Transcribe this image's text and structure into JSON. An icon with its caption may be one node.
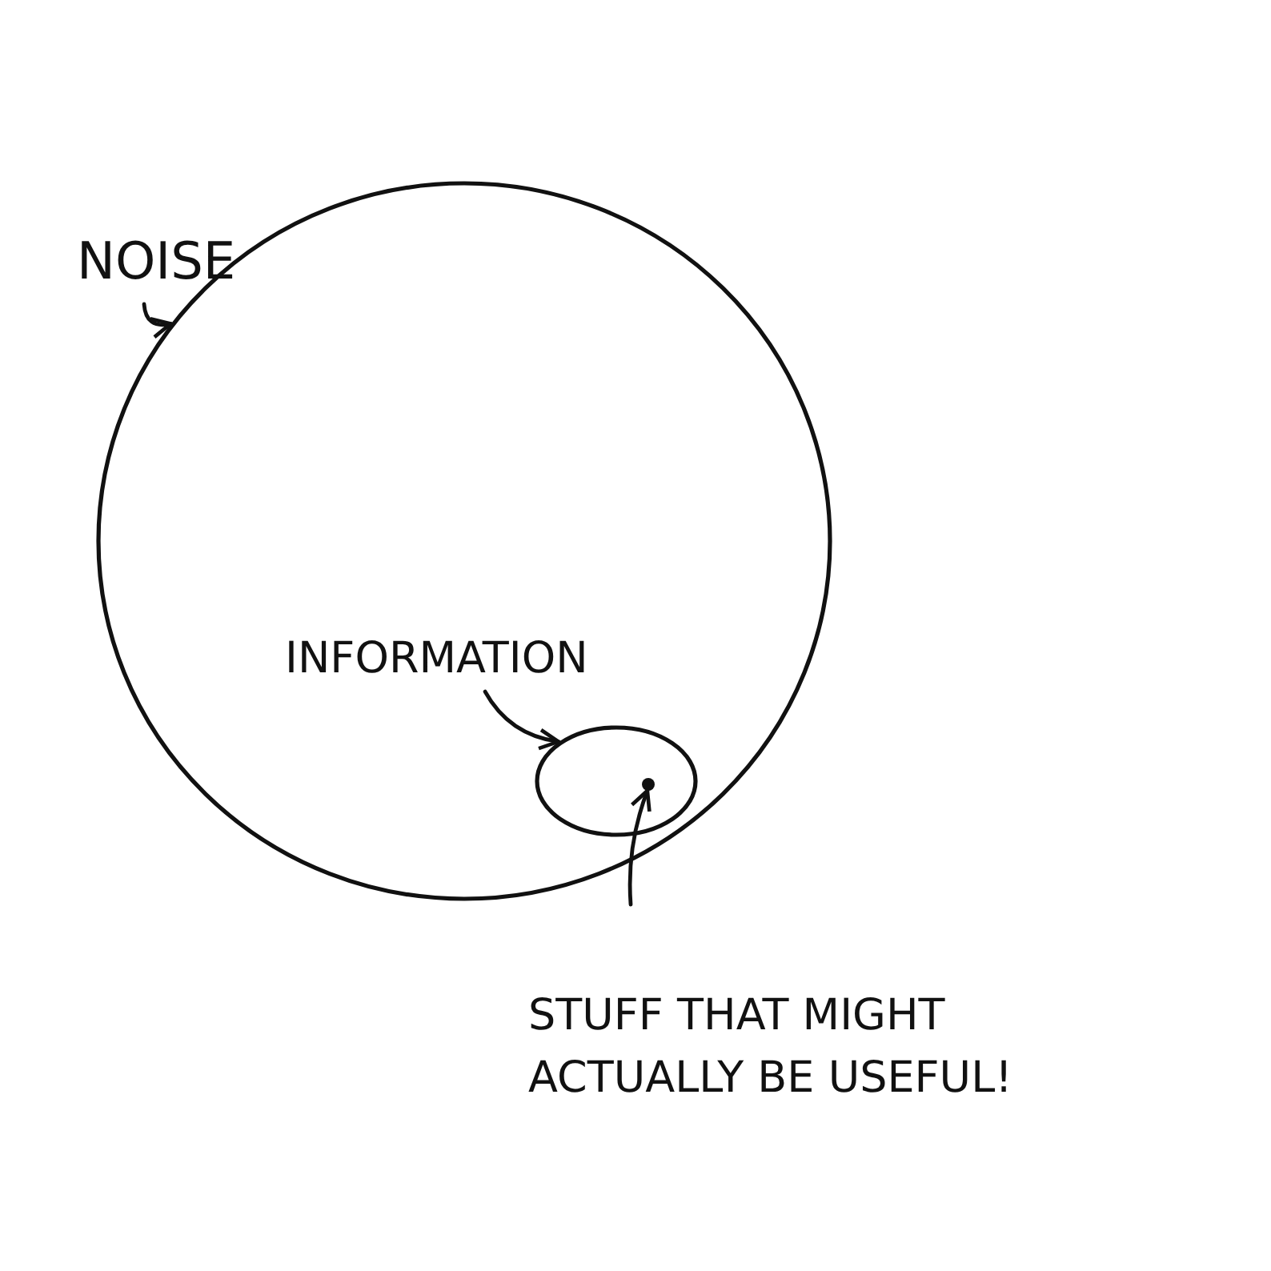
{
  "diagram": {
    "nodes": [
      {
        "text": [
          "NOISE"
        ]
      },
      {
        "text": [],
        "shape": "circle"
      },
      {
        "text": [
          "INFORMATION"
        ],
        "in": 1
      },
      {
        "text": [],
        "shape": "circle",
        "in": 1
      },
      {
        "text": [],
        "shape": "dot",
        "in": 3
      },
      {
        "text": [
          "STUFF THAT MIGHT ACTUALLY BE USEFUL!"
        ]
      }
    ],
    "edges": [
      {
        "from": 0,
        "to": 1,
        "arrow": "to"
      },
      {
        "from": 2,
        "to": 3,
        "arrow": "to"
      },
      {
        "from": 5,
        "to": 4,
        "arrow": "to"
      }
    ]
  }
}
